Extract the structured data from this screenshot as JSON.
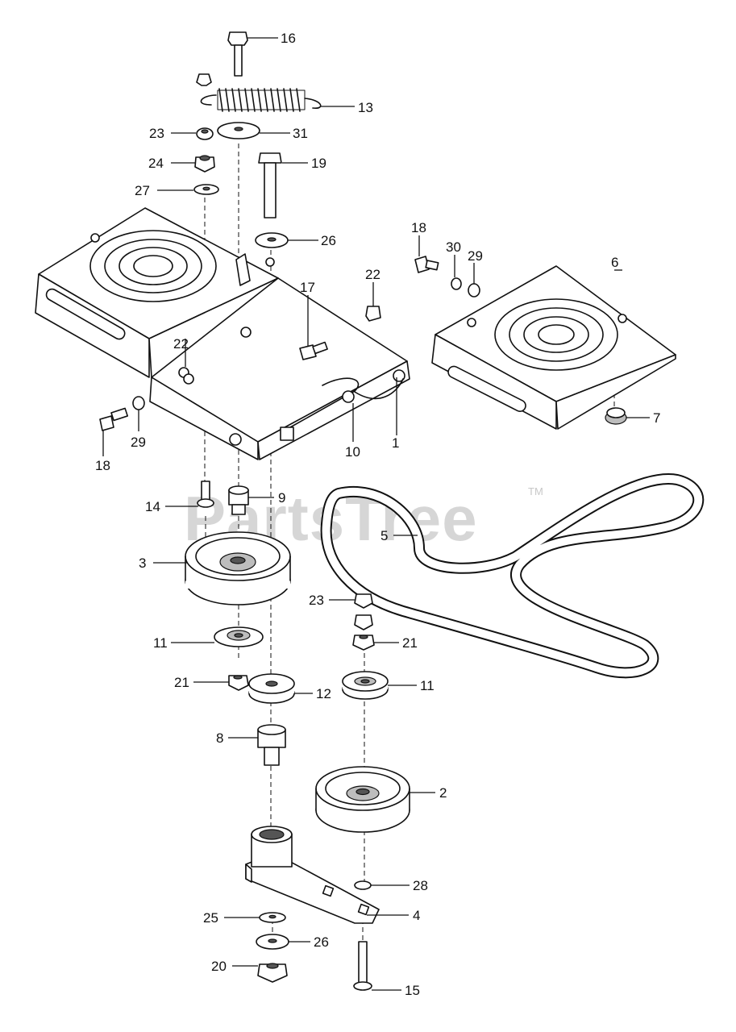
{
  "watermark": {
    "brand": "PartsTree",
    "trademark": "TM"
  },
  "callouts": {
    "c16": "16",
    "c13": "13",
    "c23a": "23",
    "c31": "31",
    "c24": "24",
    "c19": "19",
    "c27": "27",
    "c26a": "26",
    "c18a": "18",
    "c30": "30",
    "c29a": "29",
    "c6": "6",
    "c22a": "22",
    "c17": "17",
    "c22b": "22",
    "c7": "7",
    "c1": "1",
    "c10": "10",
    "c29b": "29",
    "c18b": "18",
    "c14": "14",
    "c9": "9",
    "c5": "5",
    "c3": "3",
    "c23b": "23",
    "c11a": "11",
    "c21b": "21",
    "c21a": "21",
    "c12": "12",
    "c11b": "11",
    "c8": "8",
    "c2": "2",
    "c28": "28",
    "c4": "4",
    "c25": "25",
    "c26b": "26",
    "c20": "20",
    "c15": "15"
  }
}
